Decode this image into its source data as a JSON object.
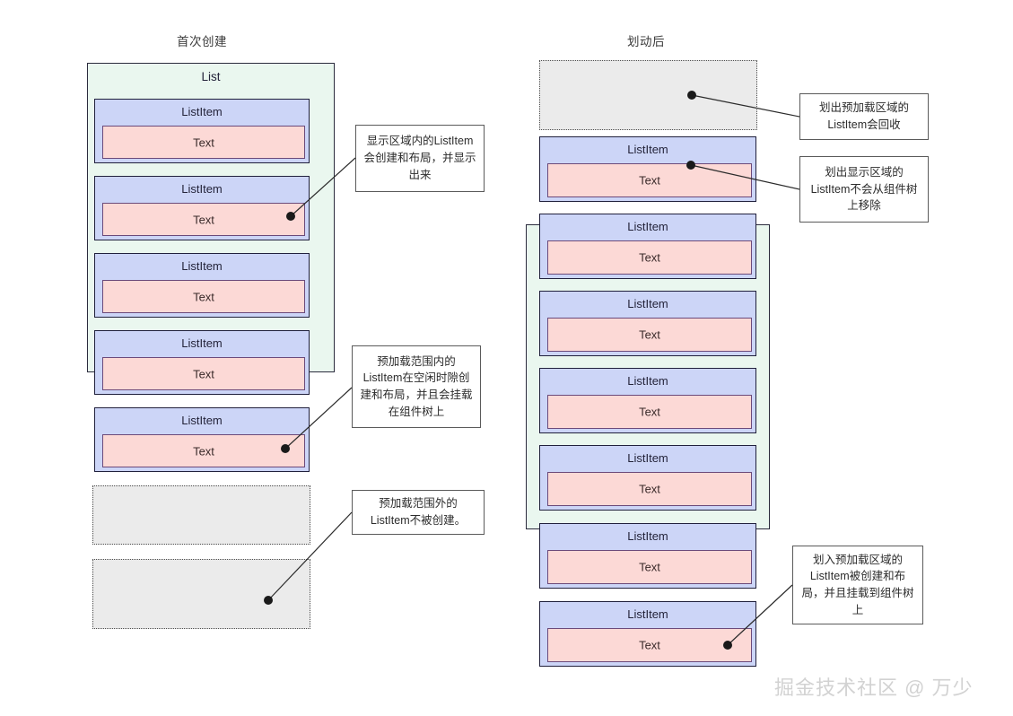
{
  "columns": {
    "left_title": "首次创建",
    "right_title": "划动后"
  },
  "labels": {
    "list": "List",
    "list_item": "ListItem",
    "text": "Text"
  },
  "left_panel": {
    "container_label": "List",
    "items": [
      {
        "label": "ListItem",
        "text": "Text"
      },
      {
        "label": "ListItem",
        "text": "Text"
      },
      {
        "label": "ListItem",
        "text": "Text"
      },
      {
        "label": "ListItem",
        "text": "Text"
      },
      {
        "label": "ListItem",
        "text": "Text"
      }
    ],
    "ghosts": 2
  },
  "right_panel": {
    "top_ghost": 1,
    "items": [
      {
        "label": "ListItem",
        "text": "Text"
      },
      {
        "label": "ListItem",
        "text": "Text"
      },
      {
        "label": "ListItem",
        "text": "Text"
      },
      {
        "label": "ListItem",
        "text": "Text"
      },
      {
        "label": "ListItem",
        "text": "Text"
      },
      {
        "label": "ListItem",
        "text": "Text"
      },
      {
        "label": "ListItem",
        "text": "Text"
      }
    ]
  },
  "annotations": {
    "left_1": "显示区域内的ListItem\n会创建和布局，并显示\n出来",
    "left_2": "预加载范围内的\nListItem在空闲时隙创\n建和布局，并且会挂载\n在组件树上",
    "left_3": "预加载范围外的\nListItem不被创建。",
    "right_1": "划出预加载区域的\nListItem会回收",
    "right_2": "划出显示区域的\nListItem不会从组件树\n上移除",
    "right_3": "划入预加载区域的\nListItem被创建和布\n局，并且挂载到组件树\n上"
  },
  "watermark": "掘金技术社区 @ 万少",
  "colors": {
    "list_container_fill": "#eaf7ef",
    "list_item_fill": "#ccd5f7",
    "text_fill": "#fcd9d6",
    "ghost_fill": "#ebebeb",
    "border_dark": "#20203c",
    "text_border": "#6b4a7a",
    "callout_border": "#5a5a5a",
    "leader_line": "#2b2b2b",
    "watermark": "#d2d2d2"
  }
}
